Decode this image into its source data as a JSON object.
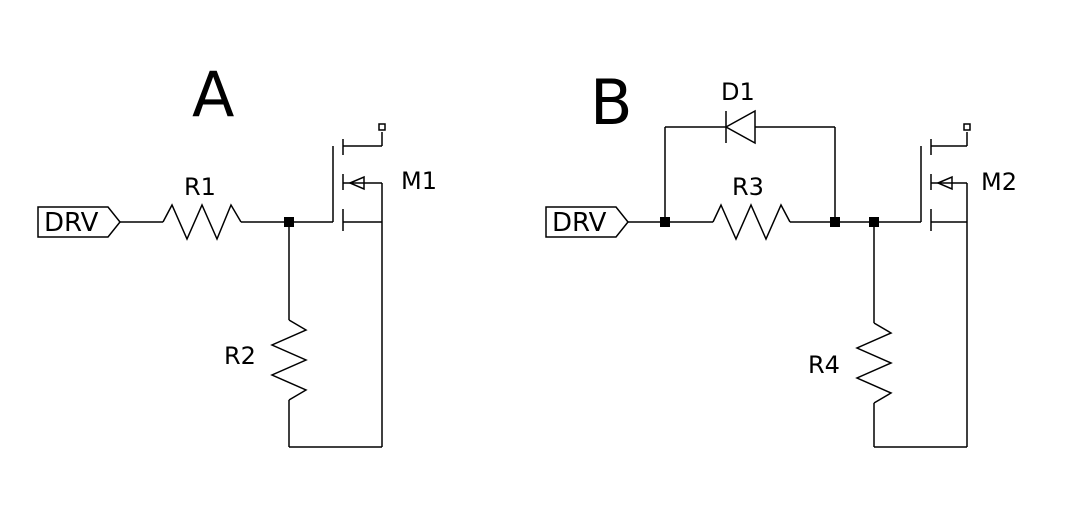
{
  "circuits": [
    {
      "label": "A",
      "input_port": "DRV",
      "gate_resistor": "R1",
      "pulldown_resistor": "R2",
      "transistor": "M1"
    },
    {
      "label": "B",
      "input_port": "DRV",
      "diode": "D1",
      "gate_resistor": "R3",
      "pulldown_resistor": "R4",
      "transistor": "M2"
    }
  ],
  "colors": {
    "wire": "#000000",
    "background": "#ffffff"
  },
  "icons": {
    "junction": "filled-square",
    "drain_terminal": "small-open-square"
  }
}
